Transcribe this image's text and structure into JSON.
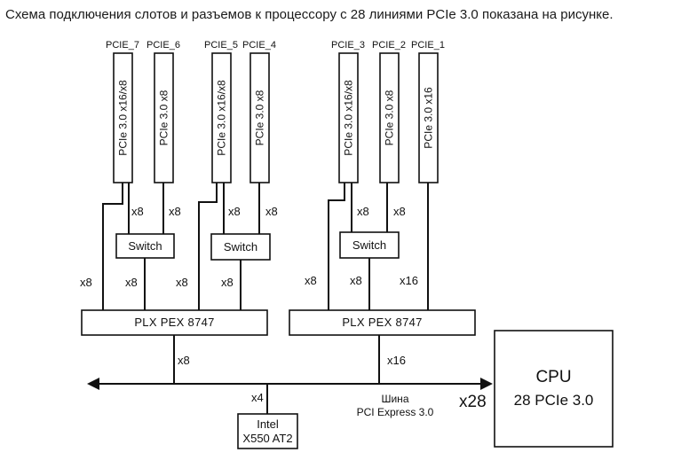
{
  "caption": "Схема подключения слотов и разъемов к процессору с 28 линиями PCIe 3.0 показана на рисунке.",
  "slots": [
    {
      "id": "PCIE_7",
      "spec": "PCIe 3.0 x16/x8"
    },
    {
      "id": "PCIE_6",
      "spec": "PCIe 3.0 x8"
    },
    {
      "id": "PCIE_5",
      "spec": "PCIe 3.0 x16/x8"
    },
    {
      "id": "PCIE_4",
      "spec": "PCIe 3.0 x8"
    },
    {
      "id": "PCIE_3",
      "spec": "PCIe 3.0 x16/x8"
    },
    {
      "id": "PCIE_2",
      "spec": "PCIe 3.0 x8"
    },
    {
      "id": "PCIE_1",
      "spec": "PCIe 3.0 x16"
    }
  ],
  "switch_label": "Switch",
  "plx_label": "PLX PEX 8747",
  "lanes": {
    "s7_to_switch": "x8",
    "s6_to_switch": "x8",
    "s5_to_switch": "x8",
    "s4_to_switch": "x8",
    "s3_to_switch": "x8",
    "s2_to_switch": "x8",
    "s7_to_plx": "x8",
    "switch_a_to_plx": "x8",
    "s5_to_plx": "x8",
    "switch_b_to_plx": "x8",
    "s3_to_plx": "x8",
    "switch_c_to_plx": "x8",
    "s1_to_plx": "x16",
    "plx_left_to_bus": "x8",
    "plx_right_to_bus": "x16",
    "nic_to_bus": "x4",
    "cpu": "x28"
  },
  "bus": {
    "line1": "Шина",
    "line2": "PCI Express 3.0"
  },
  "nic": {
    "line1": "Intel",
    "line2": "X550 AT2"
  },
  "cpu": {
    "line1": "CPU",
    "line2": "28 PCIe 3.0"
  }
}
